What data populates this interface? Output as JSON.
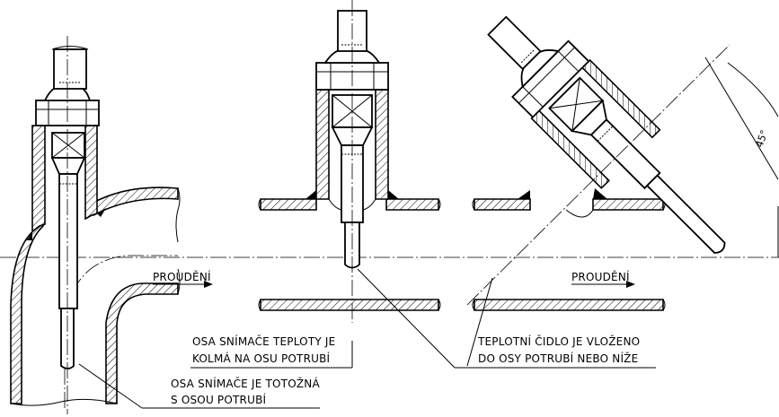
{
  "labels": {
    "flow_left": "PROUDĚNÍ",
    "flow_right": "PROUDĚNÍ",
    "perpendicular_line1": "OSA SNÍMAČE TEPLOTY JE",
    "perpendicular_line2": "KOLMÁ NA OSU POTRUBÍ",
    "coincident_line1": "OSA SNÍMAČE JE TOTOŽNÁ",
    "coincident_line2": "S OSOU POTRUBÍ",
    "inserted_line1": "TEPLOTNÍ ČIDLO JE VLOŽENO",
    "inserted_line2": "DO OSY POTRUBÍ NEBO NÍŽE",
    "angle": "45°"
  }
}
